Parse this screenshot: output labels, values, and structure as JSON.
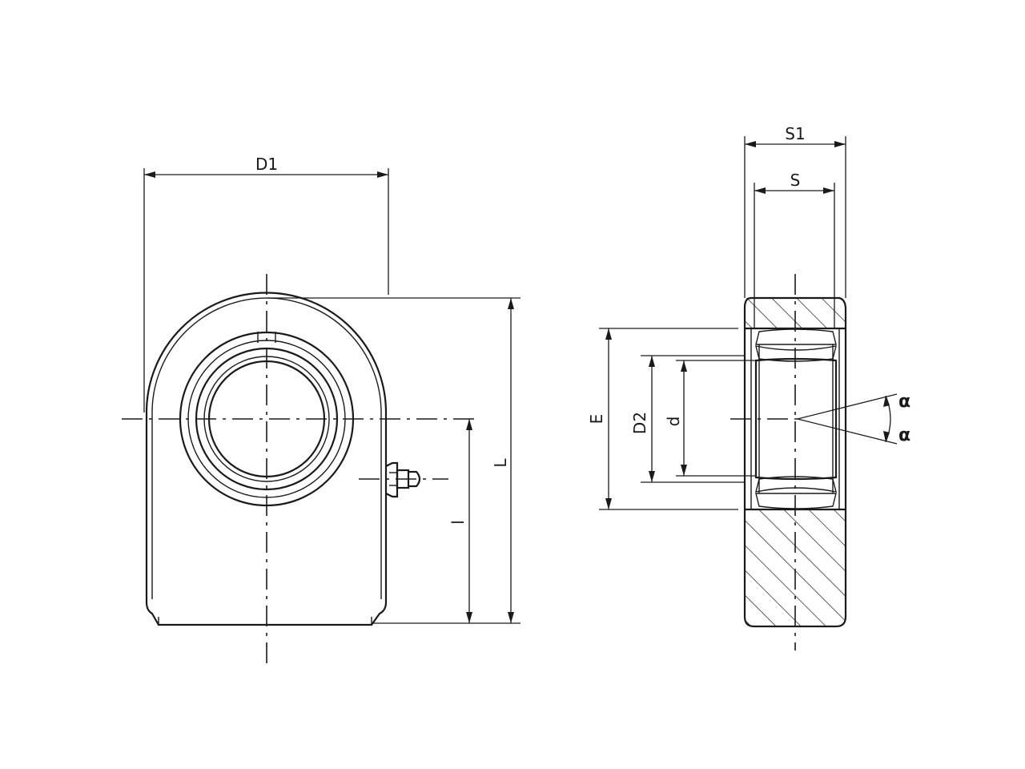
{
  "dimensions": {
    "D1": "D1",
    "S1": "S1",
    "S": "S",
    "L": "L",
    "l": "l",
    "E": "E",
    "D2": "D2",
    "d": "d",
    "alpha_top": "α",
    "alpha_bottom": "α"
  },
  "colors": {
    "line": "#1a1a1a",
    "background": "#ffffff"
  }
}
